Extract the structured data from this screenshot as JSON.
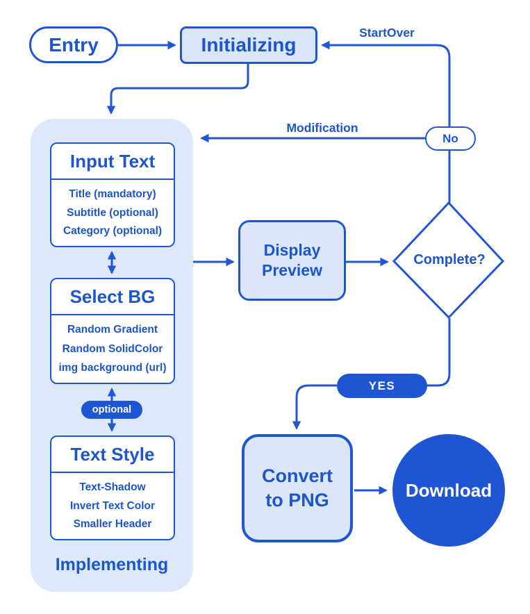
{
  "diagram": {
    "kind": "flowchart",
    "colors": {
      "stroke_blue": "#2156d2",
      "text_blue": "#1d55cb",
      "fill_light_blue": "#dbe6f9",
      "container_fill": "#dde9fb",
      "fill_dark_blue": "#1e55d3",
      "node_white": "#ffffff"
    },
    "nodes": {
      "entry": {
        "label": "Entry"
      },
      "initializing": {
        "label": "Initializing"
      },
      "implementing_group": {
        "label": "Implementing"
      },
      "input_text": {
        "title": "Input Text",
        "items": [
          "Title (mandatory)",
          "Subtitle (optional)",
          "Category (optional)"
        ]
      },
      "select_bg": {
        "title": "Select BG",
        "items": [
          "Random Gradient",
          "Random SolidColor",
          "img background (url)"
        ]
      },
      "text_style": {
        "title": "Text Style",
        "items": [
          "Text-Shadow",
          "Invert Text Color",
          "Smaller Header"
        ]
      },
      "display_preview": {
        "line1": "Display",
        "line2": "Preview"
      },
      "complete_decision": {
        "label": "Complete?"
      },
      "convert_png": {
        "line1": "Convert",
        "line2": "to PNG"
      },
      "download": {
        "label": "Download"
      }
    },
    "edge_labels": {
      "start_over": "StartOver",
      "modification": "Modification",
      "no": "No",
      "yes": "YES",
      "optional": "optional"
    }
  }
}
